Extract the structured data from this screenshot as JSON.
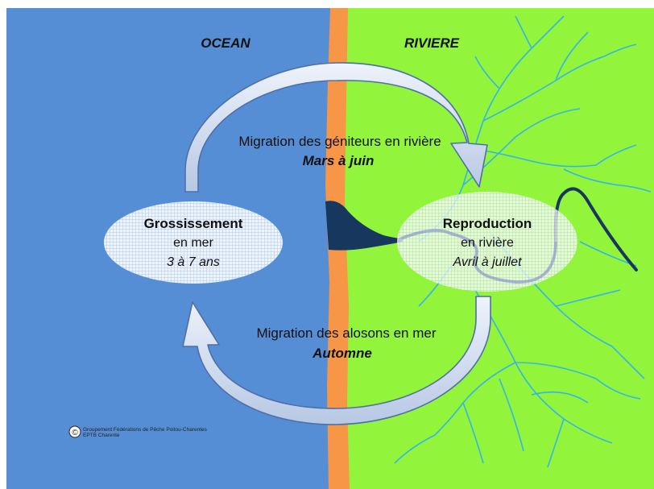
{
  "regions": {
    "ocean": {
      "title": "OCEAN",
      "color": "#558ed5"
    },
    "river": {
      "title": "RIVIERE",
      "color": "#92f43b"
    },
    "coast_color": "#f79646"
  },
  "migrations": {
    "upstream": {
      "description": "Migration des géniteurs en rivière",
      "period": "Mars à juin"
    },
    "downstream": {
      "description": "Migration des alosons en mer",
      "period": "Automne"
    }
  },
  "stages": {
    "growth": {
      "title": "Grossissement",
      "subtitle": "en mer",
      "period": "3 à 7 ans"
    },
    "reproduction": {
      "title": "Reproduction",
      "subtitle": "en rivière",
      "period": "Avril à juillet"
    }
  },
  "credit": {
    "symbol": "©",
    "line1": "Groupement Fédérations de Pêche Poitou-Charentes",
    "line2": "EPTB Charente"
  },
  "icons": [
    "cycle-arrow-top",
    "cycle-arrow-bottom",
    "estuary-shape",
    "river-network",
    "copyright-icon"
  ]
}
